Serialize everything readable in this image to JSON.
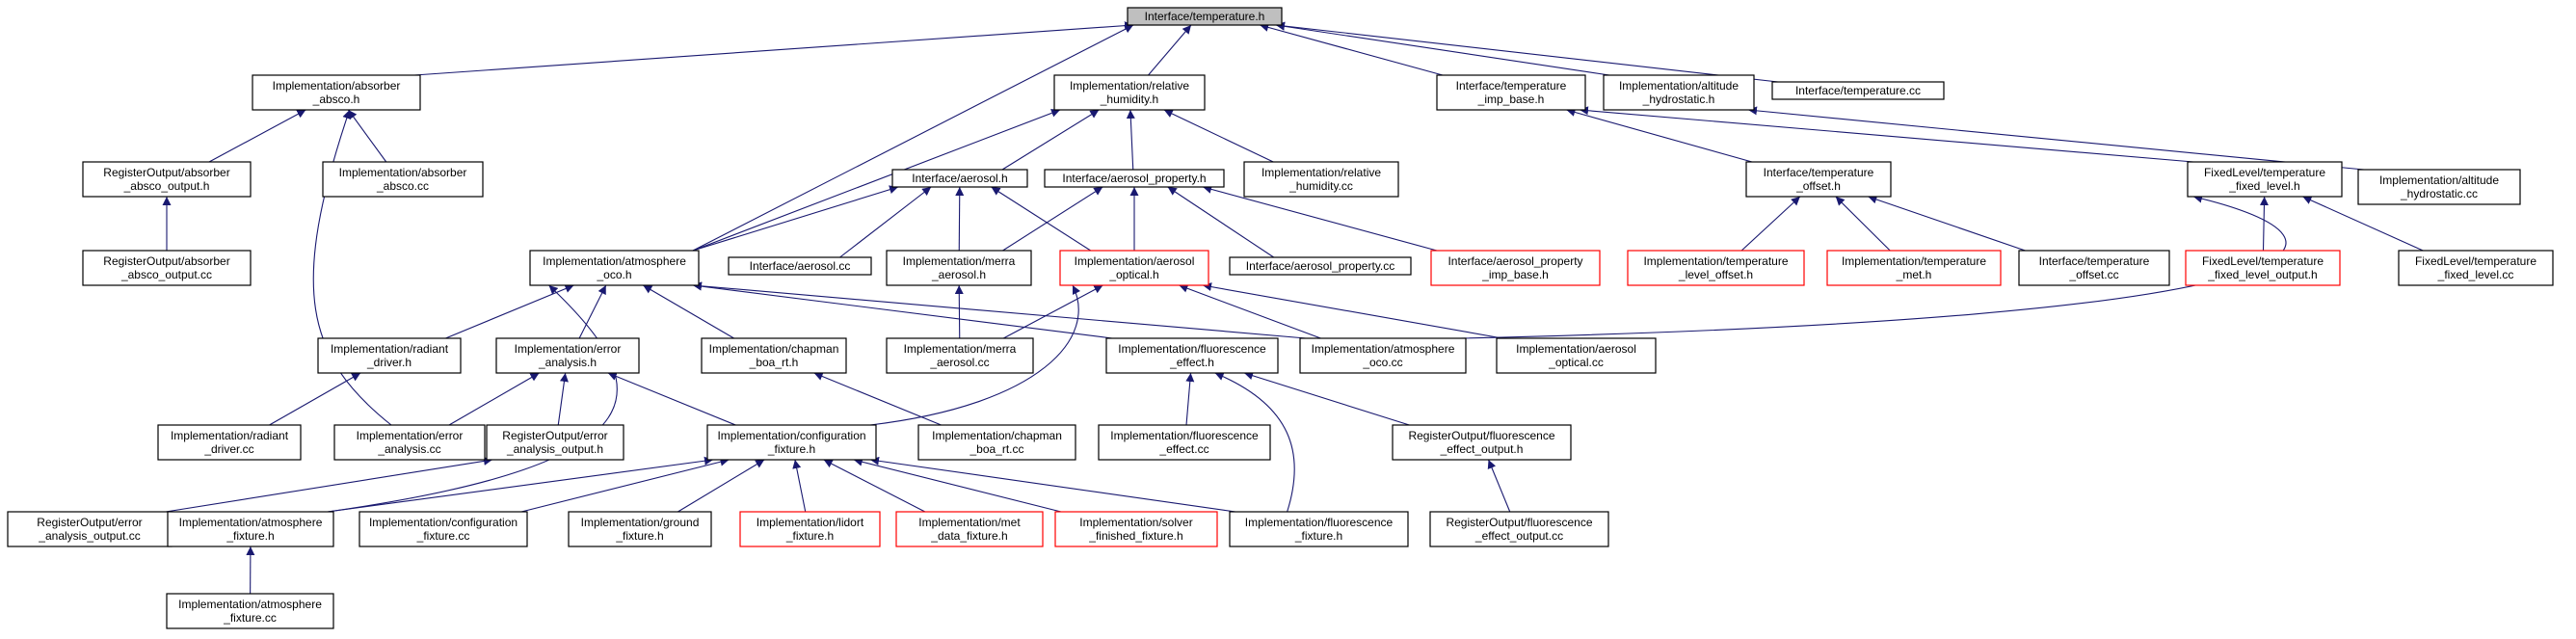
{
  "graph": {
    "root": "n0",
    "truncated_color": "#ff0000",
    "edge_color": "#191970",
    "nodes": [
      {
        "id": "n0",
        "name": "node-interface-temperature-h",
        "lines": [
          "Interface/temperature.h"
        ],
        "root": true
      },
      {
        "id": "n1",
        "name": "node-implementation-absorber-absco-h",
        "lines": [
          "Implementation/absorber",
          "_absco.h"
        ]
      },
      {
        "id": "n2",
        "name": "node-implementation-relative-humidity-h",
        "lines": [
          "Implementation/relative",
          "_humidity.h"
        ]
      },
      {
        "id": "n3",
        "name": "node-interface-temperature-imp-base-h",
        "lines": [
          "Interface/temperature",
          "_imp_base.h"
        ]
      },
      {
        "id": "n4",
        "name": "node-implementation-altitude-hydrostatic-h",
        "lines": [
          "Implementation/altitude",
          "_hydrostatic.h"
        ]
      },
      {
        "id": "n5",
        "name": "node-interface-temperature-cc",
        "lines": [
          "Interface/temperature.cc"
        ]
      },
      {
        "id": "n6",
        "name": "node-registeroutput-absorber-absco-output-h",
        "lines": [
          "RegisterOutput/absorber",
          "_absco_output.h"
        ]
      },
      {
        "id": "n7",
        "name": "node-implementation-absorber-absco-cc",
        "lines": [
          "Implementation/absorber",
          "_absco.cc"
        ]
      },
      {
        "id": "n8",
        "name": "node-interface-aerosol-h",
        "lines": [
          "Interface/aerosol.h"
        ]
      },
      {
        "id": "n9",
        "name": "node-interface-aerosol-property-h",
        "lines": [
          "Interface/aerosol_property.h"
        ]
      },
      {
        "id": "n10",
        "name": "node-implementation-relative-humidity-cc",
        "lines": [
          "Implementation/relative",
          "_humidity.cc"
        ]
      },
      {
        "id": "n11",
        "name": "node-interface-temperature-offset-h",
        "lines": [
          "Interface/temperature",
          "_offset.h"
        ]
      },
      {
        "id": "n12",
        "name": "node-fixedlevel-temperature-fixed-level-h",
        "lines": [
          "FixedLevel/temperature",
          "_fixed_level.h"
        ]
      },
      {
        "id": "n13",
        "name": "node-implementation-altitude-hydrostatic-cc",
        "lines": [
          "Implementation/altitude",
          "_hydrostatic.cc"
        ]
      },
      {
        "id": "n14",
        "name": "node-registeroutput-absorber-absco-output-cc",
        "lines": [
          "RegisterOutput/absorber",
          "_absco_output.cc"
        ]
      },
      {
        "id": "n15",
        "name": "node-implementation-atmosphere-oco-h",
        "lines": [
          "Implementation/atmosphere",
          "_oco.h"
        ]
      },
      {
        "id": "n16",
        "name": "node-interface-aerosol-cc",
        "lines": [
          "Interface/aerosol.cc"
        ]
      },
      {
        "id": "n17",
        "name": "node-implementation-merra-aerosol-h",
        "lines": [
          "Implementation/merra",
          "_aerosol.h"
        ]
      },
      {
        "id": "n18",
        "name": "node-implementation-aerosol-optical-h",
        "lines": [
          "Implementation/aerosol",
          "_optical.h"
        ],
        "truncated": true
      },
      {
        "id": "n19",
        "name": "node-interface-aerosol-property-cc",
        "lines": [
          "Interface/aerosol_property.cc"
        ]
      },
      {
        "id": "n20",
        "name": "node-interface-aerosol-property-imp-base-h",
        "lines": [
          "Interface/aerosol_property",
          "_imp_base.h"
        ],
        "truncated": true
      },
      {
        "id": "n21",
        "name": "node-implementation-temperature-level-offset-h",
        "lines": [
          "Implementation/temperature",
          "_level_offset.h"
        ],
        "truncated": true
      },
      {
        "id": "n22",
        "name": "node-implementation-temperature-met-h",
        "lines": [
          "Implementation/temperature",
          "_met.h"
        ],
        "truncated": true
      },
      {
        "id": "n23",
        "name": "node-interface-temperature-offset-cc",
        "lines": [
          "Interface/temperature",
          "_offset.cc"
        ]
      },
      {
        "id": "n24",
        "name": "node-fixedlevel-temperature-fixed-level-output-h",
        "lines": [
          "FixedLevel/temperature",
          "_fixed_level_output.h"
        ],
        "truncated": true
      },
      {
        "id": "n25",
        "name": "node-fixedlevel-temperature-fixed-level-cc",
        "lines": [
          "FixedLevel/temperature",
          "_fixed_level.cc"
        ]
      },
      {
        "id": "n26",
        "name": "node-implementation-radiant-driver-h",
        "lines": [
          "Implementation/radiant",
          "_driver.h"
        ]
      },
      {
        "id": "n27",
        "name": "node-implementation-error-analysis-h",
        "lines": [
          "Implementation/error",
          "_analysis.h"
        ]
      },
      {
        "id": "n28",
        "name": "node-implementation-chapman-boa-rt-h",
        "lines": [
          "Implementation/chapman",
          "_boa_rt.h"
        ]
      },
      {
        "id": "n29",
        "name": "node-implementation-merra-aerosol-cc",
        "lines": [
          "Implementation/merra",
          "_aerosol.cc"
        ]
      },
      {
        "id": "n30",
        "name": "node-implementation-fluorescence-effect-h",
        "lines": [
          "Implementation/fluorescence",
          "_effect.h"
        ]
      },
      {
        "id": "n31",
        "name": "node-implementation-atmosphere-oco-cc",
        "lines": [
          "Implementation/atmosphere",
          "_oco.cc"
        ]
      },
      {
        "id": "n32",
        "name": "node-implementation-aerosol-optical-cc",
        "lines": [
          "Implementation/aerosol",
          "_optical.cc"
        ]
      },
      {
        "id": "n33",
        "name": "node-implementation-radiant-driver-cc",
        "lines": [
          "Implementation/radiant",
          "_driver.cc"
        ]
      },
      {
        "id": "n34",
        "name": "node-implementation-error-analysis-cc",
        "lines": [
          "Implementation/error",
          "_analysis.cc"
        ]
      },
      {
        "id": "n35",
        "name": "node-registeroutput-error-analysis-output-h",
        "lines": [
          "RegisterOutput/error",
          "_analysis_output.h"
        ]
      },
      {
        "id": "n36",
        "name": "node-implementation-configuration-fixture-h",
        "lines": [
          "Implementation/configuration",
          "_fixture.h"
        ]
      },
      {
        "id": "n37",
        "name": "node-implementation-chapman-boa-rt-cc",
        "lines": [
          "Implementation/chapman",
          "_boa_rt.cc"
        ]
      },
      {
        "id": "n38",
        "name": "node-implementation-fluorescence-effect-cc",
        "lines": [
          "Implementation/fluorescence",
          "_effect.cc"
        ]
      },
      {
        "id": "n39",
        "name": "node-registeroutput-fluorescence-effect-output-h",
        "lines": [
          "RegisterOutput/fluorescence",
          "_effect_output.h"
        ]
      },
      {
        "id": "n40",
        "name": "node-registeroutput-error-analysis-output-cc",
        "lines": [
          "RegisterOutput/error",
          "_analysis_output.cc"
        ]
      },
      {
        "id": "n41",
        "name": "node-implementation-atmosphere-fixture-h",
        "lines": [
          "Implementation/atmosphere",
          "_fixture.h"
        ]
      },
      {
        "id": "n42",
        "name": "node-implementation-configuration-fixture-cc",
        "lines": [
          "Implementation/configuration",
          "_fixture.cc"
        ]
      },
      {
        "id": "n43",
        "name": "node-implementation-ground-fixture-h",
        "lines": [
          "Implementation/ground",
          "_fixture.h"
        ]
      },
      {
        "id": "n44",
        "name": "node-implementation-lidort-fixture-h",
        "lines": [
          "Implementation/lidort",
          "_fixture.h"
        ],
        "truncated": true
      },
      {
        "id": "n45",
        "name": "node-implementation-met-data-fixture-h",
        "lines": [
          "Implementation/met",
          "_data_fixture.h"
        ],
        "truncated": true
      },
      {
        "id": "n46",
        "name": "node-implementation-solver-finished-fixture-h",
        "lines": [
          "Implementation/solver",
          "_finished_fixture.h"
        ],
        "truncated": true
      },
      {
        "id": "n47",
        "name": "node-implementation-fluorescence-fixture-h",
        "lines": [
          "Implementation/fluorescence",
          "_fixture.h"
        ]
      },
      {
        "id": "n48",
        "name": "node-registeroutput-fluorescence-effect-output-cc",
        "lines": [
          "RegisterOutput/fluorescence",
          "_effect_output.cc"
        ]
      },
      {
        "id": "n49",
        "name": "node-implementation-atmosphere-fixture-cc",
        "lines": [
          "Implementation/atmosphere",
          "_fixture.cc"
        ]
      }
    ],
    "edges": [
      [
        "n1",
        "n0"
      ],
      [
        "n2",
        "n0"
      ],
      [
        "n3",
        "n0"
      ],
      [
        "n4",
        "n0"
      ],
      [
        "n5",
        "n0"
      ],
      [
        "n15",
        "n0"
      ],
      [
        "n6",
        "n1"
      ],
      [
        "n7",
        "n1"
      ],
      [
        "n34",
        "n1"
      ],
      [
        "n14",
        "n6"
      ],
      [
        "n8",
        "n2"
      ],
      [
        "n9",
        "n2"
      ],
      [
        "n10",
        "n2"
      ],
      [
        "n15",
        "n2"
      ],
      [
        "n11",
        "n3"
      ],
      [
        "n12",
        "n3"
      ],
      [
        "n13",
        "n4"
      ],
      [
        "n15",
        "n8"
      ],
      [
        "n16",
        "n8"
      ],
      [
        "n17",
        "n8"
      ],
      [
        "n18",
        "n8"
      ],
      [
        "n17",
        "n9"
      ],
      [
        "n18",
        "n9"
      ],
      [
        "n19",
        "n9"
      ],
      [
        "n20",
        "n9"
      ],
      [
        "n21",
        "n11"
      ],
      [
        "n22",
        "n11"
      ],
      [
        "n23",
        "n11"
      ],
      [
        "n24",
        "n12"
      ],
      [
        "n25",
        "n12"
      ],
      [
        "n31",
        "n12"
      ],
      [
        "n26",
        "n15"
      ],
      [
        "n27",
        "n15"
      ],
      [
        "n28",
        "n15"
      ],
      [
        "n30",
        "n15"
      ],
      [
        "n31",
        "n15"
      ],
      [
        "n41",
        "n15"
      ],
      [
        "n29",
        "n17"
      ],
      [
        "n29",
        "n18"
      ],
      [
        "n31",
        "n18"
      ],
      [
        "n32",
        "n18"
      ],
      [
        "n36",
        "n18"
      ],
      [
        "n33",
        "n26"
      ],
      [
        "n34",
        "n27"
      ],
      [
        "n35",
        "n27"
      ],
      [
        "n36",
        "n27"
      ],
      [
        "n37",
        "n28"
      ],
      [
        "n38",
        "n30"
      ],
      [
        "n39",
        "n30"
      ],
      [
        "n47",
        "n30"
      ],
      [
        "n40",
        "n35"
      ],
      [
        "n41",
        "n36"
      ],
      [
        "n42",
        "n36"
      ],
      [
        "n43",
        "n36"
      ],
      [
        "n44",
        "n36"
      ],
      [
        "n45",
        "n36"
      ],
      [
        "n46",
        "n36"
      ],
      [
        "n47",
        "n36"
      ],
      [
        "n48",
        "n39"
      ],
      [
        "n49",
        "n41"
      ]
    ]
  }
}
